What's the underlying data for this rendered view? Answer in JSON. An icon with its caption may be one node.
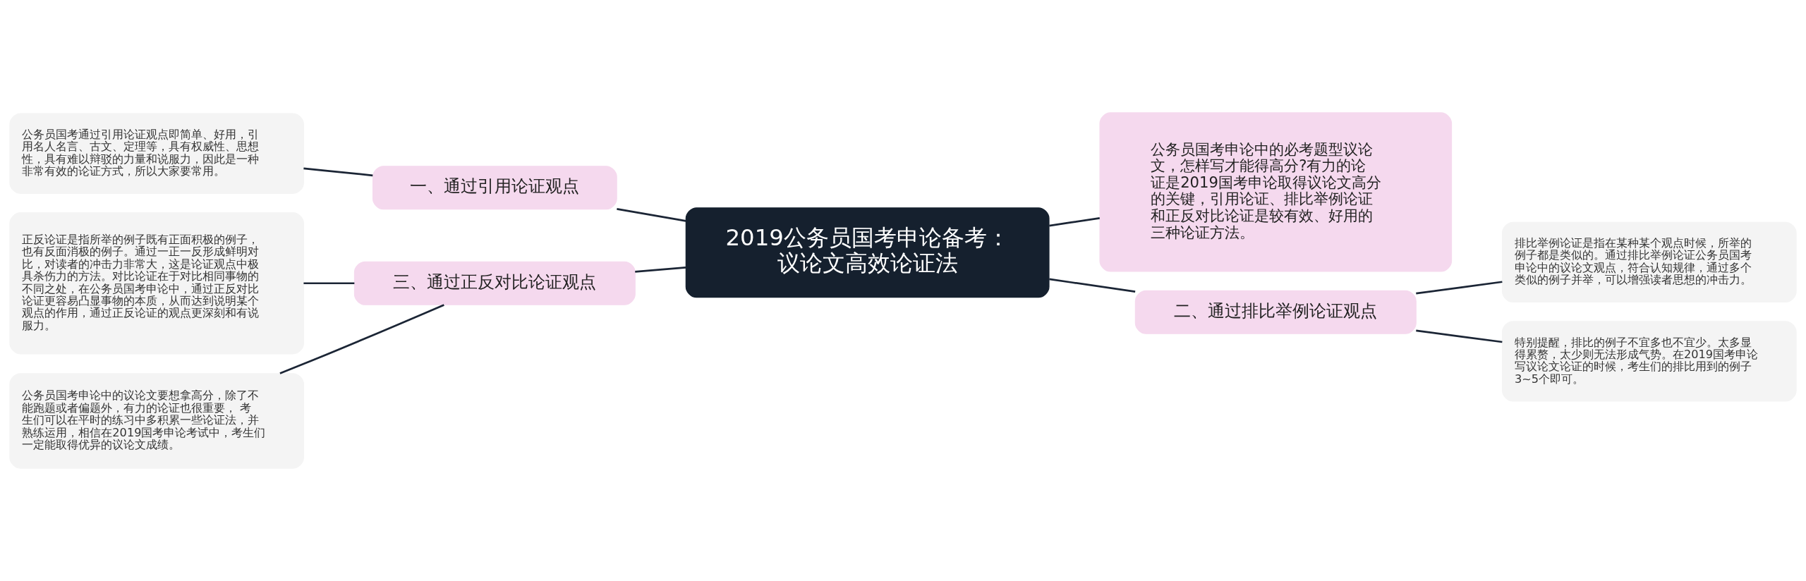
{
  "diagram": {
    "nodes": [
      {
        "text": [
          "2019公务员国考申论备考：议论文高效论证法"
        ]
      },
      {
        "text": [
          "一、通过引用论证观点"
        ]
      },
      {
        "text": [
          "公务员国考通过引用论证观点即简单、好用，引用名人名言、古文、定理等，具有权威性、思想性，具有难以辩驳的力量和说服力，因此是一种非常有效的论证方式，所以大家要常用。"
        ]
      },
      {
        "text": [
          "公务员国考申论中的必考题型议论文，怎样写才能得高分?有力的论证是2019国考申论取得议论文高分的关键，引用论证、排比举例论证和正反对比论证是较有效、好用的三种论证方法。"
        ]
      },
      {
        "text": [
          "三、通过正反对比论证观点"
        ]
      },
      {
        "text": [
          "正反论证是指所举的例子既有正面积极的例子，也有反面消极的例子。通过一正一反形成鲜明对比，对读者的冲击力非常大，这是论证观点中极具杀伤力的方法。对比论证在于对比相同事物的不同之处，在公务员国考申论中，通过正反对比论证更容易凸显事物的本质，从而达到说明某个观点的作用，通过正反论证的观点更深刻和有说服力。"
        ]
      },
      {
        "text": [
          "公务员国考申论中的议论文要想拿高分，除了不能跑题或者偏题外，有力的论证也很重要， 考生们可以在平时的练习中多积累一些论证法，并熟练运用，相信在2019国考申论考试中，考生们一定能取得优异的议论文成绩。"
        ]
      },
      {
        "text": [
          "二、通过排比举例论证观点"
        ]
      },
      {
        "text": [
          "排比举例论证是指在某种某个观点时候，所举的例子都是类似的。通过排比举例论证公务员国考申论中的议论文观点，符合认知规律，通过多个类似的例子并举，可以增强读者思想的冲击力。"
        ]
      },
      {
        "text": [
          "特别提醒，排比的例子不宜多也不宜少。太多显得累赘，太少则无法形成气势。在2019国考申论写议论文论证的时候，考生们的排比用到的例子3~5个即可。"
        ]
      }
    ],
    "edges": [
      {
        "from": 2,
        "to": 1,
        "arrow": "none"
      },
      {
        "from": 1,
        "to": 0,
        "arrow": "none"
      },
      {
        "from": 0,
        "to": 3,
        "arrow": "none"
      },
      {
        "from": 5,
        "to": 4,
        "arrow": "none"
      },
      {
        "from": 6,
        "to": 4,
        "arrow": "none"
      },
      {
        "from": 4,
        "to": 0,
        "arrow": "none"
      },
      {
        "from": 0,
        "to": 7,
        "arrow": "none"
      },
      {
        "from": 7,
        "to": 8,
        "arrow": "none"
      },
      {
        "from": 7,
        "to": 9,
        "arrow": "none"
      }
    ]
  }
}
